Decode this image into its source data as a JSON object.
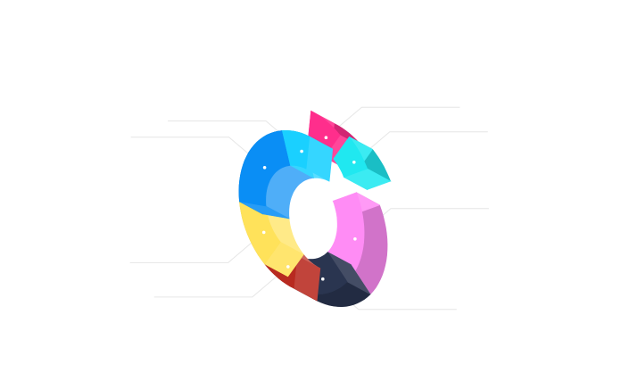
{
  "chart_data": {
    "type": "pie",
    "variant": "3d-exploded-donut",
    "title": "",
    "slices": [
      {
        "value": 8,
        "color": "#ff2e8c",
        "exploded": true
      },
      {
        "value": 7,
        "color": "#20e8f0",
        "exploded": true
      },
      {
        "value": 20,
        "color": "#ff8cf5",
        "exploded": false
      },
      {
        "value": 15,
        "color": "#2a3550",
        "exploded": false
      },
      {
        "value": 8,
        "color": "#b82a20",
        "exploded": false
      },
      {
        "value": 13,
        "color": "#ffe25a",
        "exploded": false
      },
      {
        "value": 22,
        "color": "#0a8ef5",
        "exploded": false
      },
      {
        "value": 7,
        "color": "#1ad0ff",
        "exploded": false
      }
    ],
    "grid": false,
    "legend": "none",
    "labels": "leader-lines-without-text"
  }
}
